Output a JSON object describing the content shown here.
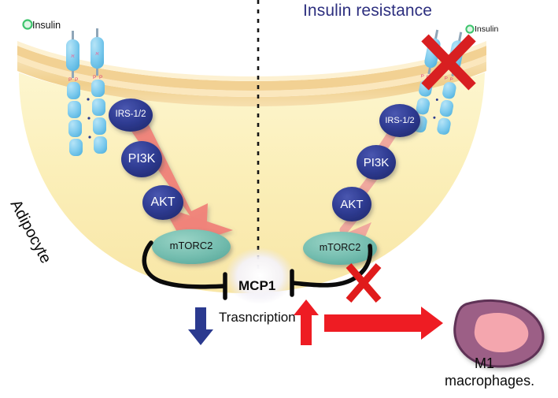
{
  "figure": {
    "title": "Insulin resistance",
    "cell_label": "Adipocyte"
  },
  "legend": {
    "insulin_left": "Insulin",
    "insulin_right": "Insulin"
  },
  "pathways": {
    "normal": {
      "nodes": [
        {
          "id": "irs",
          "label": "IRS-1/2"
        },
        {
          "id": "pi3k",
          "label": "PI3K"
        },
        {
          "id": "akt",
          "label": "AKT"
        },
        {
          "id": "mtorc2",
          "label": "mTORC2"
        }
      ]
    },
    "resistant": {
      "nodes": [
        {
          "id": "irs",
          "label": "IRS-1/2"
        },
        {
          "id": "pi3k",
          "label": "PI3K"
        },
        {
          "id": "akt",
          "label": "AKT"
        },
        {
          "id": "mtorc2",
          "label": "mTORC2"
        }
      ]
    }
  },
  "outputs": {
    "mcp1": "MCP1",
    "transcription": "Trasncription",
    "macrophage_line1": "M1",
    "macrophage_line2": "macrophages."
  },
  "colors": {
    "title": "#2d2f7f",
    "node_navy": "#2b3a8f",
    "mtorc2_teal": "#74bdaf",
    "cell_fill": "#fbf0bf",
    "membrane": "#f3d79a",
    "arrow_salmon": "#f0837a",
    "red_x": "#e01b1b",
    "red_arrow": "#ee1c23",
    "blue_arrow": "#2b3a8f",
    "receptor_blue": "#7ecbee",
    "macrophage_body": "#9c5f86",
    "macrophage_nucleus": "#f4a6ae",
    "insulin_dot": "#3ec46d"
  }
}
